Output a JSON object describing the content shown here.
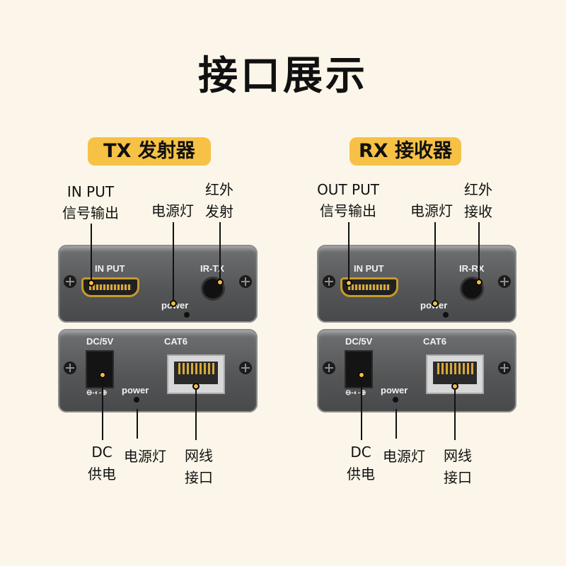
{
  "title": "接口展示",
  "colors": {
    "background": "#fbf6e9",
    "pill": "#f6c145",
    "device": "#555657"
  },
  "tx": {
    "heading": "TX 发射器",
    "callouts": {
      "input_en": "IN PUT",
      "input_cn": "信号输出",
      "power_led": "电源灯",
      "ir_1": "红外",
      "ir_2": "发射",
      "dc_1": "DC",
      "dc_2": "供电",
      "power_led_bottom": "电源灯",
      "net_1": "网线",
      "net_2": "接口"
    },
    "panel_front": {
      "port_label": "IN PUT",
      "ir_label": "IR-TX",
      "power_label": "power"
    },
    "panel_back": {
      "dc_label": "DC/5V",
      "cat_label": "CAT6",
      "power_label": "power",
      "polarity": "⊖-◐-⊕"
    }
  },
  "rx": {
    "heading": "RX 接收器",
    "callouts": {
      "output_en": "OUT PUT",
      "output_cn": "信号输出",
      "power_led": "电源灯",
      "ir_1": "红外",
      "ir_2": "接收",
      "dc_1": "DC",
      "dc_2": "供电",
      "power_led_bottom": "电源灯",
      "net_1": "网线",
      "net_2": "接口"
    },
    "panel_front": {
      "port_label": "IN PUT",
      "ir_label": "IR-RX",
      "power_label": "power"
    },
    "panel_back": {
      "dc_label": "DC/5V",
      "cat_label": "CAT6",
      "power_label": "power",
      "polarity": "⊖-◐-⊕"
    }
  },
  "icons": [
    "screw-icon",
    "hdmi-port-icon",
    "ir-jack-icon",
    "dc-jack-icon",
    "rj45-port-icon",
    "led-icon"
  ]
}
